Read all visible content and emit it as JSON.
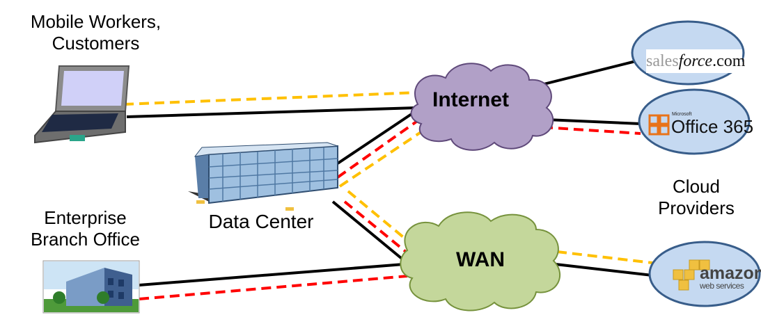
{
  "nodes": {
    "mobile": {
      "label_line1": "Mobile Workers,",
      "label_line2": "Customers"
    },
    "branch": {
      "label_line1": "Enterprise",
      "label_line2": "Branch Office"
    },
    "datacenter": {
      "label": "Data Center"
    },
    "internet": {
      "label": "Internet"
    },
    "wan": {
      "label": "WAN"
    },
    "cloud": {
      "label_line1": "Cloud",
      "label_line2": "Providers"
    }
  },
  "providers": {
    "salesforce": {
      "part1": "sales",
      "part2": "force",
      "part3": ".com"
    },
    "office": {
      "small": "Microsoft",
      "main": "Office 365"
    },
    "amazon": {
      "main": "amazon",
      "sub": "web services"
    }
  },
  "colors": {
    "black_link": "#000000",
    "red_link": "#ff0000",
    "yellow_link": "#ffc000",
    "cloud_internet": "#b1a0c7",
    "cloud_wan": "#c4d79b",
    "provider_fill": "#c5d9f1",
    "provider_stroke": "#385d8a"
  }
}
